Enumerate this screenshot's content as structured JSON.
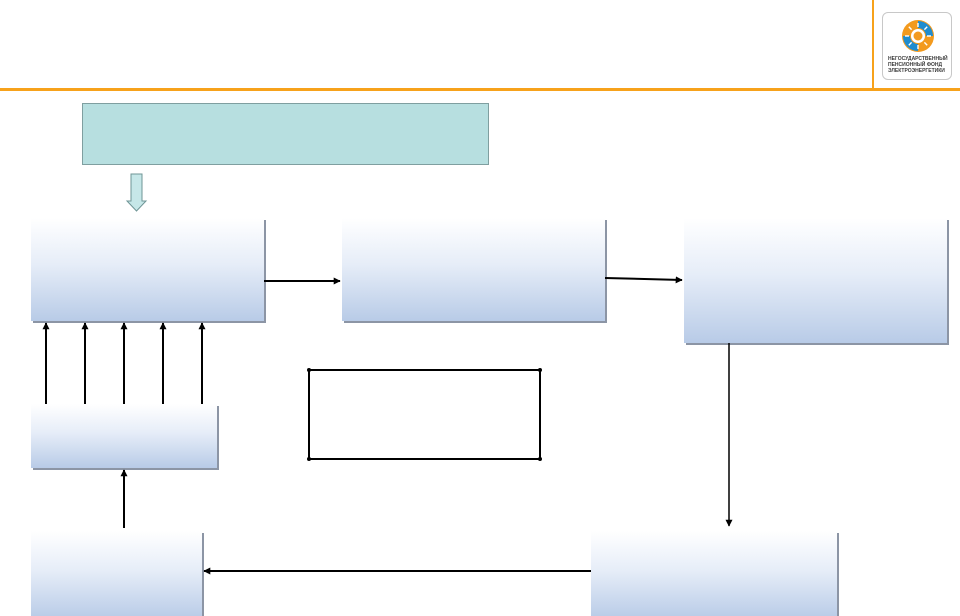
{
  "header": {
    "accent_color": "#f7a21b"
  },
  "logo": {
    "lines": [
      "НЕГОСУДАРСТВЕННЫЙ",
      "ПЕНСИОННЫЙ ФОНД",
      "ЭЛЕКТРОЭНЕРГЕТИКИ"
    ],
    "colors": {
      "orange": "#f39a1e",
      "blue": "#1f8ccf"
    }
  },
  "diagram": {
    "top_box_fill": "#b7dfe0",
    "box_gradient_bottom": "#b8cbe7",
    "boxes": [
      {
        "id": "top-box",
        "label": ""
      },
      {
        "id": "box-a",
        "label": ""
      },
      {
        "id": "box-b",
        "label": ""
      },
      {
        "id": "box-c",
        "label": ""
      },
      {
        "id": "box-d",
        "label": ""
      },
      {
        "id": "box-e",
        "label": ""
      },
      {
        "id": "box-f",
        "label": ""
      },
      {
        "id": "box-g",
        "label": ""
      }
    ]
  }
}
